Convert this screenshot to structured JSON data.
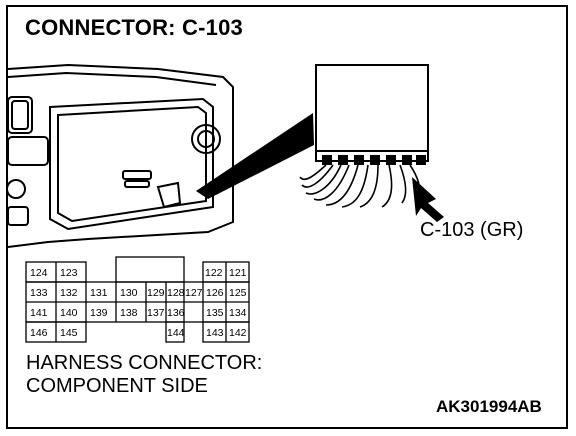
{
  "header": {
    "title": "CONNECTOR: C-103"
  },
  "callout": {
    "label": "C-103 (GR)"
  },
  "caption": {
    "line1": "HARNESS CONNECTOR:",
    "line2": "COMPONENT SIDE"
  },
  "figure_code": "AK301994AB",
  "pins": {
    "p124": "124",
    "p123": "123",
    "p122": "122",
    "p121": "121",
    "p133": "133",
    "p132": "132",
    "p131": "131",
    "p130": "130",
    "p129": "129",
    "p128": "128",
    "p127": "127",
    "p126": "126",
    "p125": "125",
    "p141": "141",
    "p140": "140",
    "p139": "139",
    "p138": "138",
    "p137": "137",
    "p136": "136",
    "p135": "135",
    "p134": "134",
    "p146": "146",
    "p145": "145",
    "p144": "144",
    "p143": "143",
    "p142": "142"
  }
}
